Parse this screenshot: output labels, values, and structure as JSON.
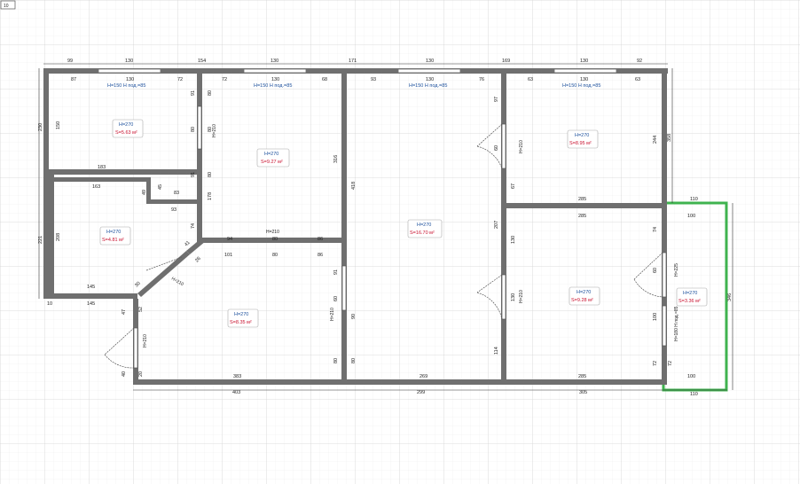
{
  "corner_label": "10",
  "outer_top_dims": [
    "99",
    "130",
    "154",
    "130",
    "171",
    "130",
    "169",
    "130",
    "92"
  ],
  "inner_top_dims": [
    "87",
    "130",
    "72",
    "72",
    "130",
    "68",
    "93",
    "130",
    "76",
    "63",
    "130",
    "63"
  ],
  "bottom_dims": [
    "403",
    "299",
    "305",
    "110"
  ],
  "window_labels": [
    "H=150  H под.=85",
    "H=150  H под.=85",
    "H=150  H под.=85",
    "H=150  H под.=85"
  ],
  "rooms": [
    {
      "height": "H=270",
      "area": "S=5.63 м²"
    },
    {
      "height": "H=270",
      "area": "S=9.27 м²"
    },
    {
      "height": "H=270",
      "area": "S=16.70 м²"
    },
    {
      "height": "H=270",
      "area": "S=8.95 м²"
    },
    {
      "height": "H=270",
      "area": "S=4.81 м²"
    },
    {
      "height": "H=270",
      "area": "S=8.35 м²"
    },
    {
      "height": "H=270",
      "area": "S=9.28 м²"
    },
    {
      "height": "H=270",
      "area": "S=3.36 м²"
    }
  ],
  "door_labels": [
    "H=210",
    "H=210",
    "H=210",
    "H=210",
    "H=210",
    "H=210",
    "H=210",
    "H=225"
  ],
  "balcony_door_label": "H=180  H под.=85",
  "left_dims": [
    "230",
    "221",
    "10"
  ],
  "right_dims": [
    "358",
    "346"
  ],
  "interior_dims": [
    "150",
    "183",
    "163",
    "49",
    "45",
    "83",
    "93",
    "208",
    "145",
    "145",
    "91",
    "80",
    "91",
    "74",
    "80",
    "80",
    "80",
    "178",
    "316",
    "418",
    "94",
    "80",
    "86",
    "101",
    "80",
    "86",
    "91",
    "80",
    "60",
    "80",
    "90",
    "383",
    "269",
    "207",
    "130",
    "114",
    "97",
    "60",
    "67",
    "285",
    "285",
    "244",
    "60",
    "74",
    "130",
    "100",
    "72",
    "285",
    "110",
    "100",
    "72",
    "100",
    "47",
    "52",
    "40",
    "20",
    "26",
    "41",
    "30",
    "93",
    "90",
    "76"
  ],
  "colors": {
    "wall": "#6f6f6f",
    "grid_major": "#d4d4d4",
    "grid_minor": "#ececec",
    "balcony": "#3fb34f",
    "height_text": "#1b4f9c",
    "area_text": "#c8102e"
  }
}
